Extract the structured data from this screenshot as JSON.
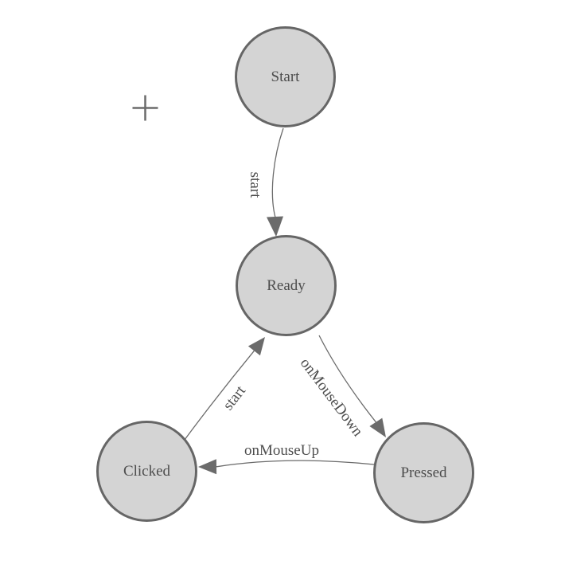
{
  "diagram": {
    "type": "finite-state-machine",
    "nodes": [
      {
        "id": "start",
        "label": "Start"
      },
      {
        "id": "ready",
        "label": "Ready"
      },
      {
        "id": "clicked",
        "label": "Clicked"
      },
      {
        "id": "pressed",
        "label": "Pressed"
      }
    ],
    "edges": [
      {
        "from": "start",
        "to": "ready",
        "label": "start"
      },
      {
        "from": "clicked",
        "to": "ready",
        "label": "start"
      },
      {
        "from": "ready",
        "to": "pressed",
        "label": "onMouseDown"
      },
      {
        "from": "pressed",
        "to": "clicked",
        "label": "onMouseUp"
      }
    ],
    "icons": {
      "plus": "+"
    },
    "colors": {
      "canvas_bg": "#ffffff",
      "node_fill": "#d4d4d4",
      "node_border": "#666666",
      "edge_stroke": "#6b6b6b",
      "arrowhead_fill": "#6b6b6b",
      "label_text": "#4d4d4d"
    }
  }
}
